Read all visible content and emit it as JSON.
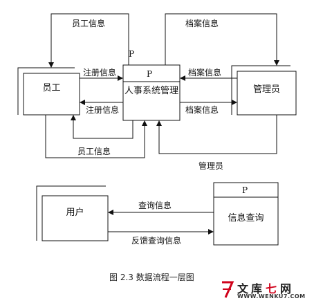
{
  "diagram": {
    "top": {
      "process": {
        "tag": "P",
        "name": "人事系统管理"
      },
      "process_tag_above": "P",
      "entities": {
        "employee": "员工",
        "manager": "管理员"
      },
      "flows": {
        "emp_info_top": "员工信息",
        "archive_info_top": "档案信息",
        "register_info_right": "注册信息",
        "register_info_left": "注册信息",
        "archive_info_left": "档案信息",
        "archive_info_right": "档案信息",
        "emp_info_bottom": "员工信息",
        "manager_bottom": "管理员"
      }
    },
    "bottom": {
      "entities": {
        "user": "用户"
      },
      "process": {
        "tag": "P",
        "name": "信息查询"
      },
      "flows": {
        "query_info": "查询信息",
        "feedback_info": "反馈查询信息"
      }
    },
    "caption": "图 2.3 数据流程一层图"
  },
  "watermark": {
    "text": "WWW.WENKU7.COM",
    "brand": "文库七网",
    "char_wen": "文",
    "char_ku": "库",
    "char_seven": "七",
    "char_wang": "网",
    "accent_color": "#d0021b"
  }
}
